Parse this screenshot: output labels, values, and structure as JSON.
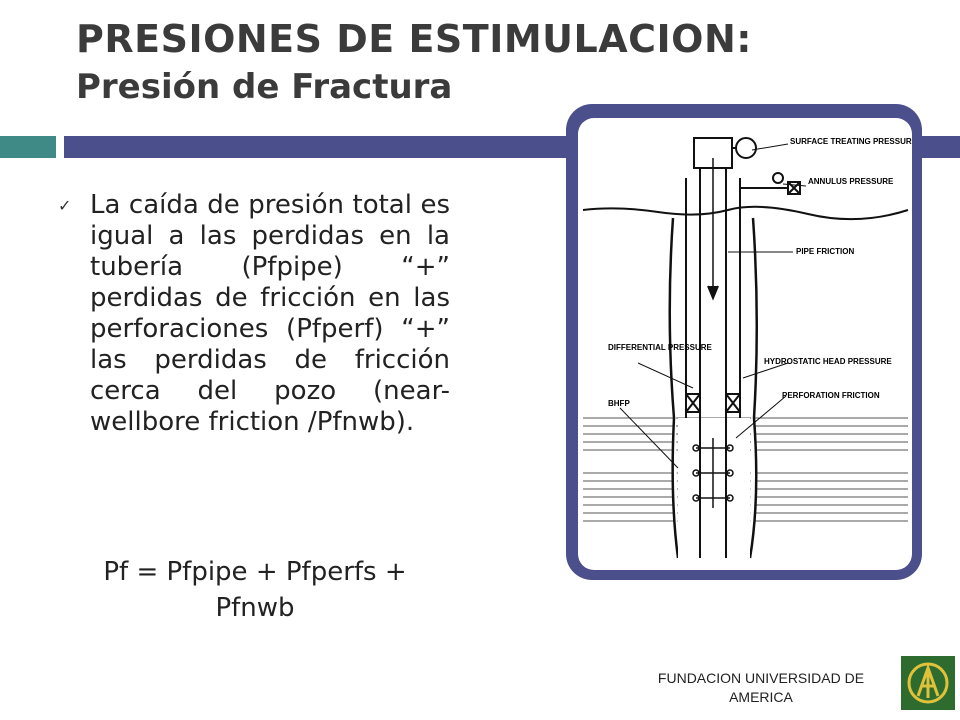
{
  "title": {
    "line1": "PRESIONES DE ESTIMULACION:",
    "line2": "Presión de Fractura"
  },
  "body": {
    "bullet_icon": "check-mark-icon",
    "bullet_text": "La caída de presión total es igual a las perdidas en la tubería (Pfpipe) “+” perdidas de fricción en las perforaciones (Pfperf) “+” las perdidas de fricción cerca del pozo (near-wellbore friction /Pfnwb).",
    "formula": "Pf = Pfpipe + Pfperfs + Pfnwb"
  },
  "diagram": {
    "labels": {
      "surface": "SURFACE TREATING PRESSURE",
      "annulus": "ANNULUS PRESSURE",
      "pipe_friction": "PIPE FRICTION",
      "differential": "DIFFERENTIAL PRESSURE",
      "hydrostatic": "HYDROSTATIC HEAD PRESSURE",
      "perforation": "PERFORATION FRICTION",
      "bhfp": "BHFP"
    }
  },
  "footer": {
    "institution": "FUNDACION UNIVERSIDAD DE AMERICA"
  },
  "colors": {
    "accent_teal": "#3f8a86",
    "accent_navy": "#4b4f8c",
    "logo_green": "#2e6b2e",
    "logo_gold": "#e0c23a"
  }
}
